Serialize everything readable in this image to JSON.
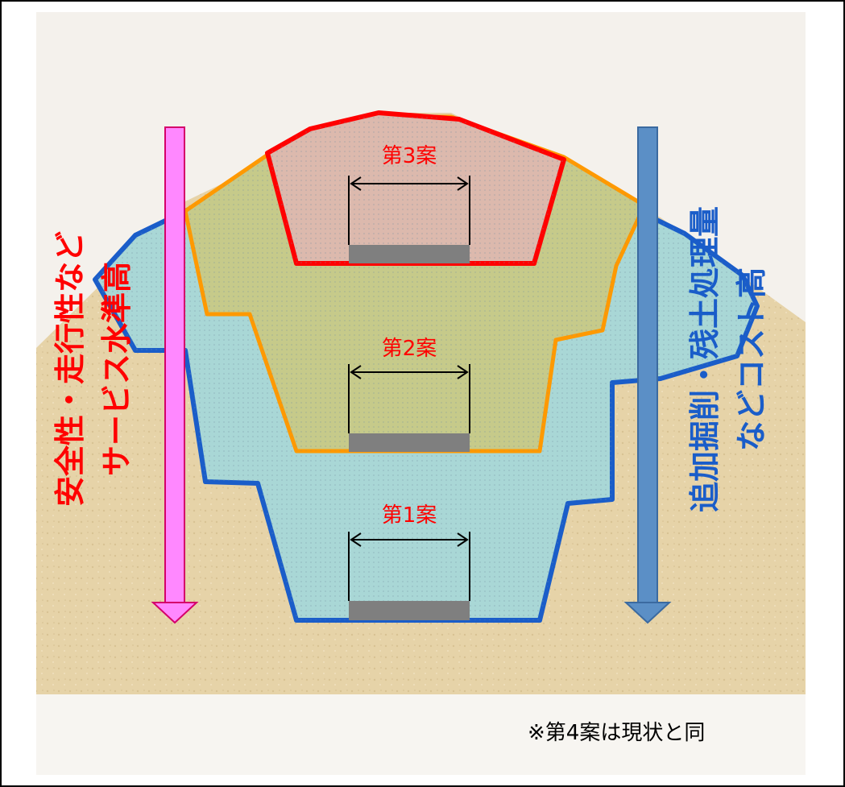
{
  "colors": {
    "red": "#ff0000",
    "orange": "#ff9900",
    "blue": "#1a5dc9",
    "pink": "#ff88ff",
    "steel": "#5b8fc6",
    "road": "#7f7f7f",
    "ground": "#e6d3a8",
    "blue_fill": "#a9d7d6",
    "orange_fill": "#c6ca8a",
    "red_fill": "#dcb9ad"
  },
  "plans": {
    "plan3": "第3案",
    "plan2": "第2案",
    "plan1": "第1案"
  },
  "left_arrow": {
    "line1": "安全性・走行性など",
    "line2": "サービス水準高"
  },
  "right_arrow": {
    "line1": "追加掘削・残土処理量",
    "line2": "などコスト高"
  },
  "note": "※第4案は現状と同"
}
